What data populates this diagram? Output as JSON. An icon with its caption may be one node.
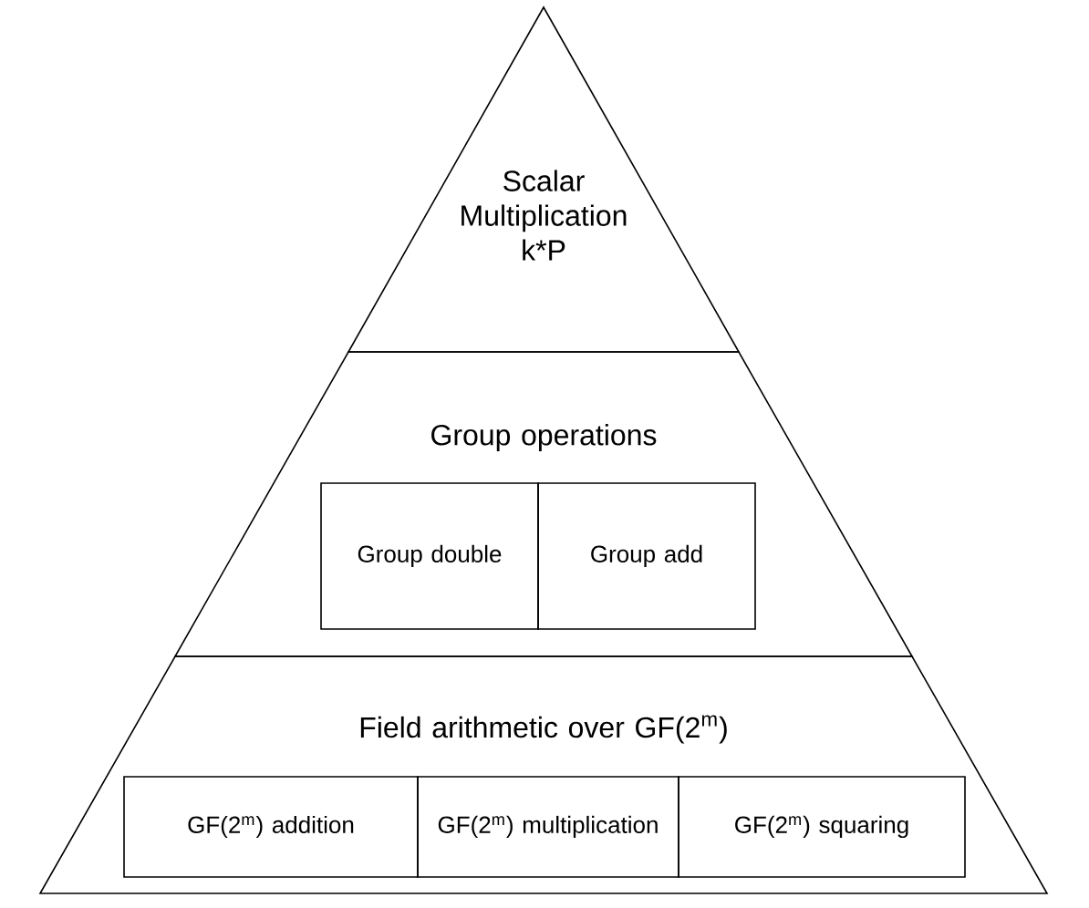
{
  "diagram": {
    "nodes": [
      {
        "text": [
          "Scalar Multiplication k*P"
        ]
      },
      {
        "text": [
          "Group operations"
        ]
      },
      {
        "text": [
          "Group double"
        ],
        "in": 1
      },
      {
        "text": [
          "Group add"
        ],
        "in": 1
      },
      {
        "text": [
          "Field arithmetic over GF(2$^{m}$)"
        ]
      },
      {
        "text": [
          "GF(2$^{m}$) addition"
        ],
        "in": 4
      },
      {
        "text": [
          "GF(2$^{m}$) multiplication"
        ],
        "in": 4
      },
      {
        "text": [
          "GF(2$^{m}$) squaring"
        ],
        "in": 4
      }
    ]
  }
}
